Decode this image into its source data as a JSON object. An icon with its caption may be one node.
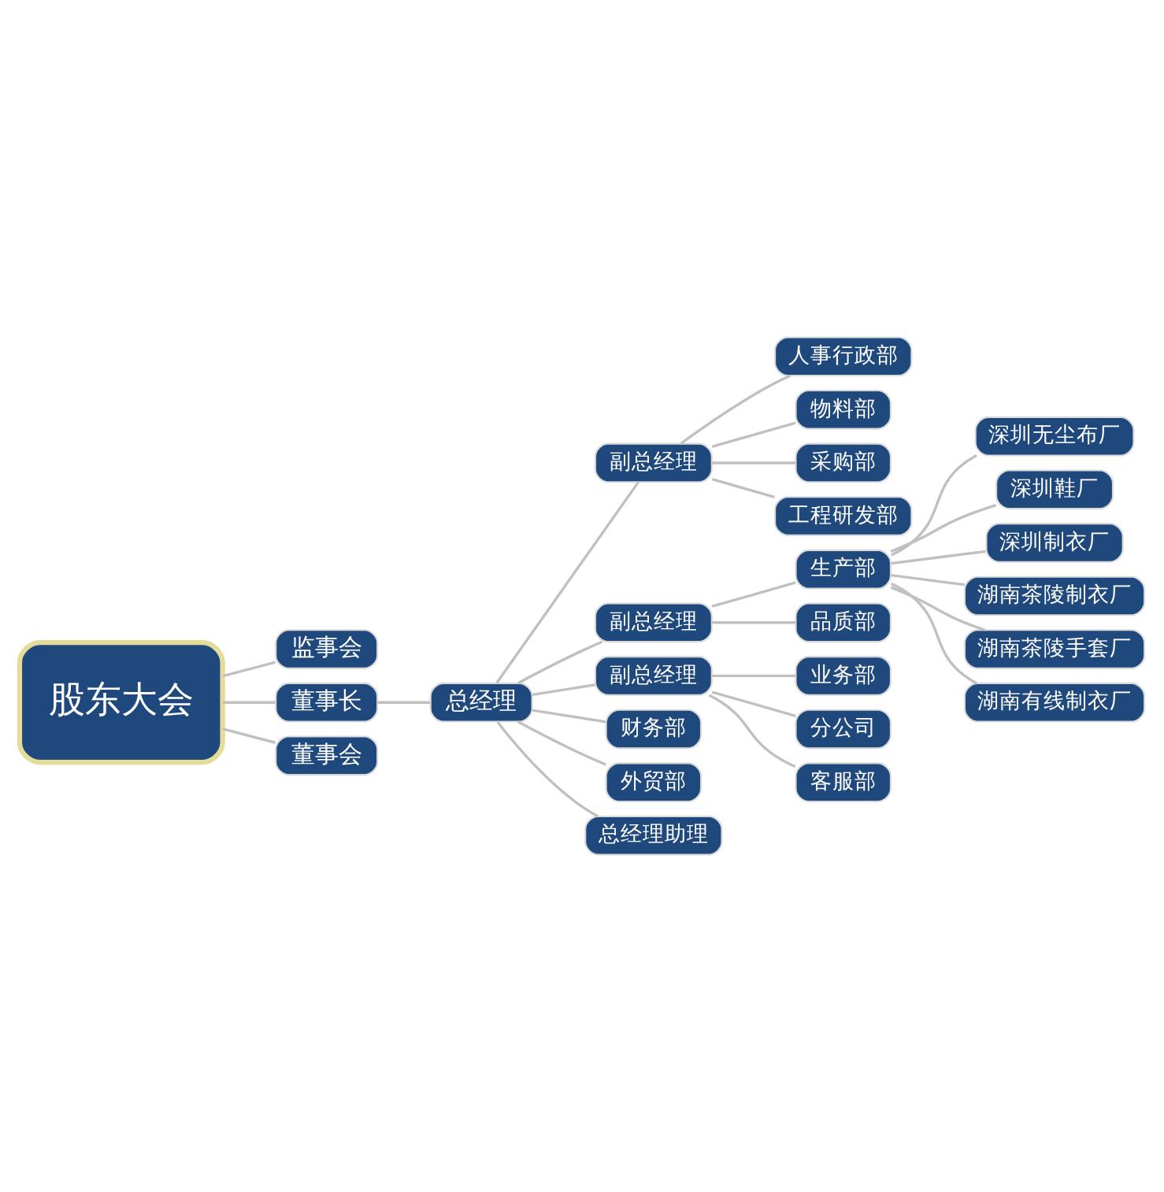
{
  "diagram": {
    "nodes": [
      {
        "text": [
          "股东大会"
        ]
      },
      {
        "text": [
          "监事会"
        ]
      },
      {
        "text": [
          "董事长"
        ]
      },
      {
        "text": [
          "董事会"
        ]
      },
      {
        "text": [
          "总经理"
        ]
      },
      {
        "text": [
          "副总经理"
        ]
      },
      {
        "text": [
          "人事行政部"
        ]
      },
      {
        "text": [
          "物料部"
        ]
      },
      {
        "text": [
          "采购部"
        ]
      },
      {
        "text": [
          "工程研发部"
        ]
      },
      {
        "text": [
          "副总经理"
        ]
      },
      {
        "text": [
          "生产部"
        ]
      },
      {
        "text": [
          "深圳无尘布厂"
        ]
      },
      {
        "text": [
          "深圳鞋厂"
        ]
      },
      {
        "text": [
          "深圳制衣厂"
        ]
      },
      {
        "text": [
          "湖南茶陵制衣厂"
        ]
      },
      {
        "text": [
          "湖南茶陵手套厂"
        ]
      },
      {
        "text": [
          "湖南有线制衣厂"
        ]
      },
      {
        "text": [
          "品质部"
        ]
      },
      {
        "text": [
          "副总经理"
        ]
      },
      {
        "text": [
          "业务部"
        ]
      },
      {
        "text": [
          "分公司"
        ]
      },
      {
        "text": [
          "客服部"
        ]
      },
      {
        "text": [
          "财务部"
        ]
      },
      {
        "text": [
          "外贸部"
        ]
      },
      {
        "text": [
          "总经理助理"
        ]
      }
    ],
    "edges": [
      {
        "from": 0,
        "to": 1,
        "arrow": "none"
      },
      {
        "from": 0,
        "to": 2,
        "arrow": "none"
      },
      {
        "from": 0,
        "to": 3,
        "arrow": "none"
      },
      {
        "from": 2,
        "to": 4,
        "arrow": "none"
      },
      {
        "from": 4,
        "to": 5,
        "arrow": "none"
      },
      {
        "from": 5,
        "to": 6,
        "arrow": "none"
      },
      {
        "from": 5,
        "to": 7,
        "arrow": "none"
      },
      {
        "from": 5,
        "to": 8,
        "arrow": "none"
      },
      {
        "from": 5,
        "to": 9,
        "arrow": "none"
      },
      {
        "from": 4,
        "to": 10,
        "arrow": "none"
      },
      {
        "from": 10,
        "to": 11,
        "arrow": "none"
      },
      {
        "from": 11,
        "to": 12,
        "arrow": "none"
      },
      {
        "from": 11,
        "to": 13,
        "arrow": "none"
      },
      {
        "from": 11,
        "to": 14,
        "arrow": "none"
      },
      {
        "from": 11,
        "to": 15,
        "arrow": "none"
      },
      {
        "from": 11,
        "to": 16,
        "arrow": "none"
      },
      {
        "from": 11,
        "to": 17,
        "arrow": "none"
      },
      {
        "from": 10,
        "to": 18,
        "arrow": "none"
      },
      {
        "from": 4,
        "to": 19,
        "arrow": "none"
      },
      {
        "from": 19,
        "to": 20,
        "arrow": "none"
      },
      {
        "from": 19,
        "to": 21,
        "arrow": "none"
      },
      {
        "from": 19,
        "to": 22,
        "arrow": "none"
      },
      {
        "from": 4,
        "to": 23,
        "arrow": "none"
      },
      {
        "from": 4,
        "to": 24,
        "arrow": "none"
      },
      {
        "from": 4,
        "to": 25,
        "arrow": "none"
      }
    ]
  }
}
